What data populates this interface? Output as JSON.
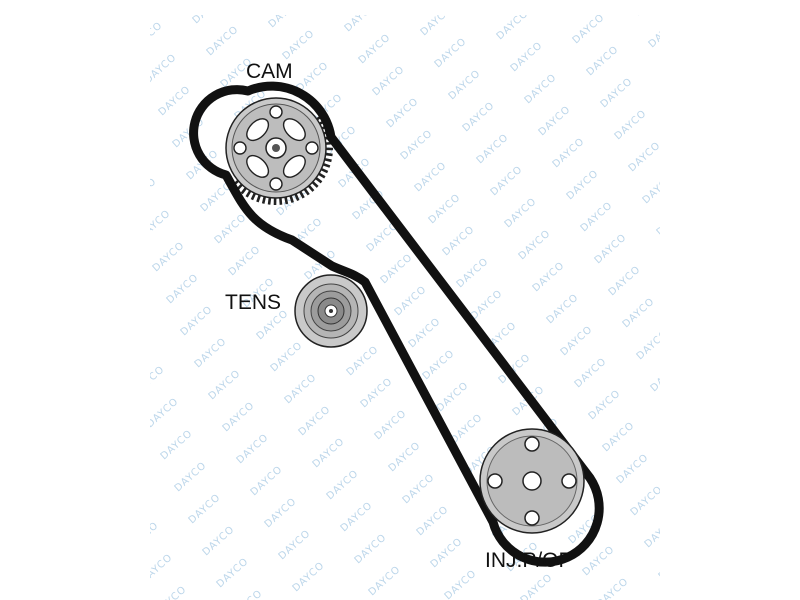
{
  "labels": {
    "cam": "CAM",
    "tens": "TENS",
    "inj": "INJ.P/OP"
  },
  "watermark": {
    "text": "DAYCO",
    "color": "#bcd6ea"
  },
  "colors": {
    "belt": "#111111",
    "pulley_face": "#c9c9c9",
    "pulley_inner": "#a3a3a3",
    "pulley_outline": "#222222",
    "hole": "#ffffff"
  },
  "icons": {
    "cam": "cam-pulley-icon",
    "tens": "tensioner-pulley-icon",
    "inj": "injection-pump-pulley-icon"
  }
}
